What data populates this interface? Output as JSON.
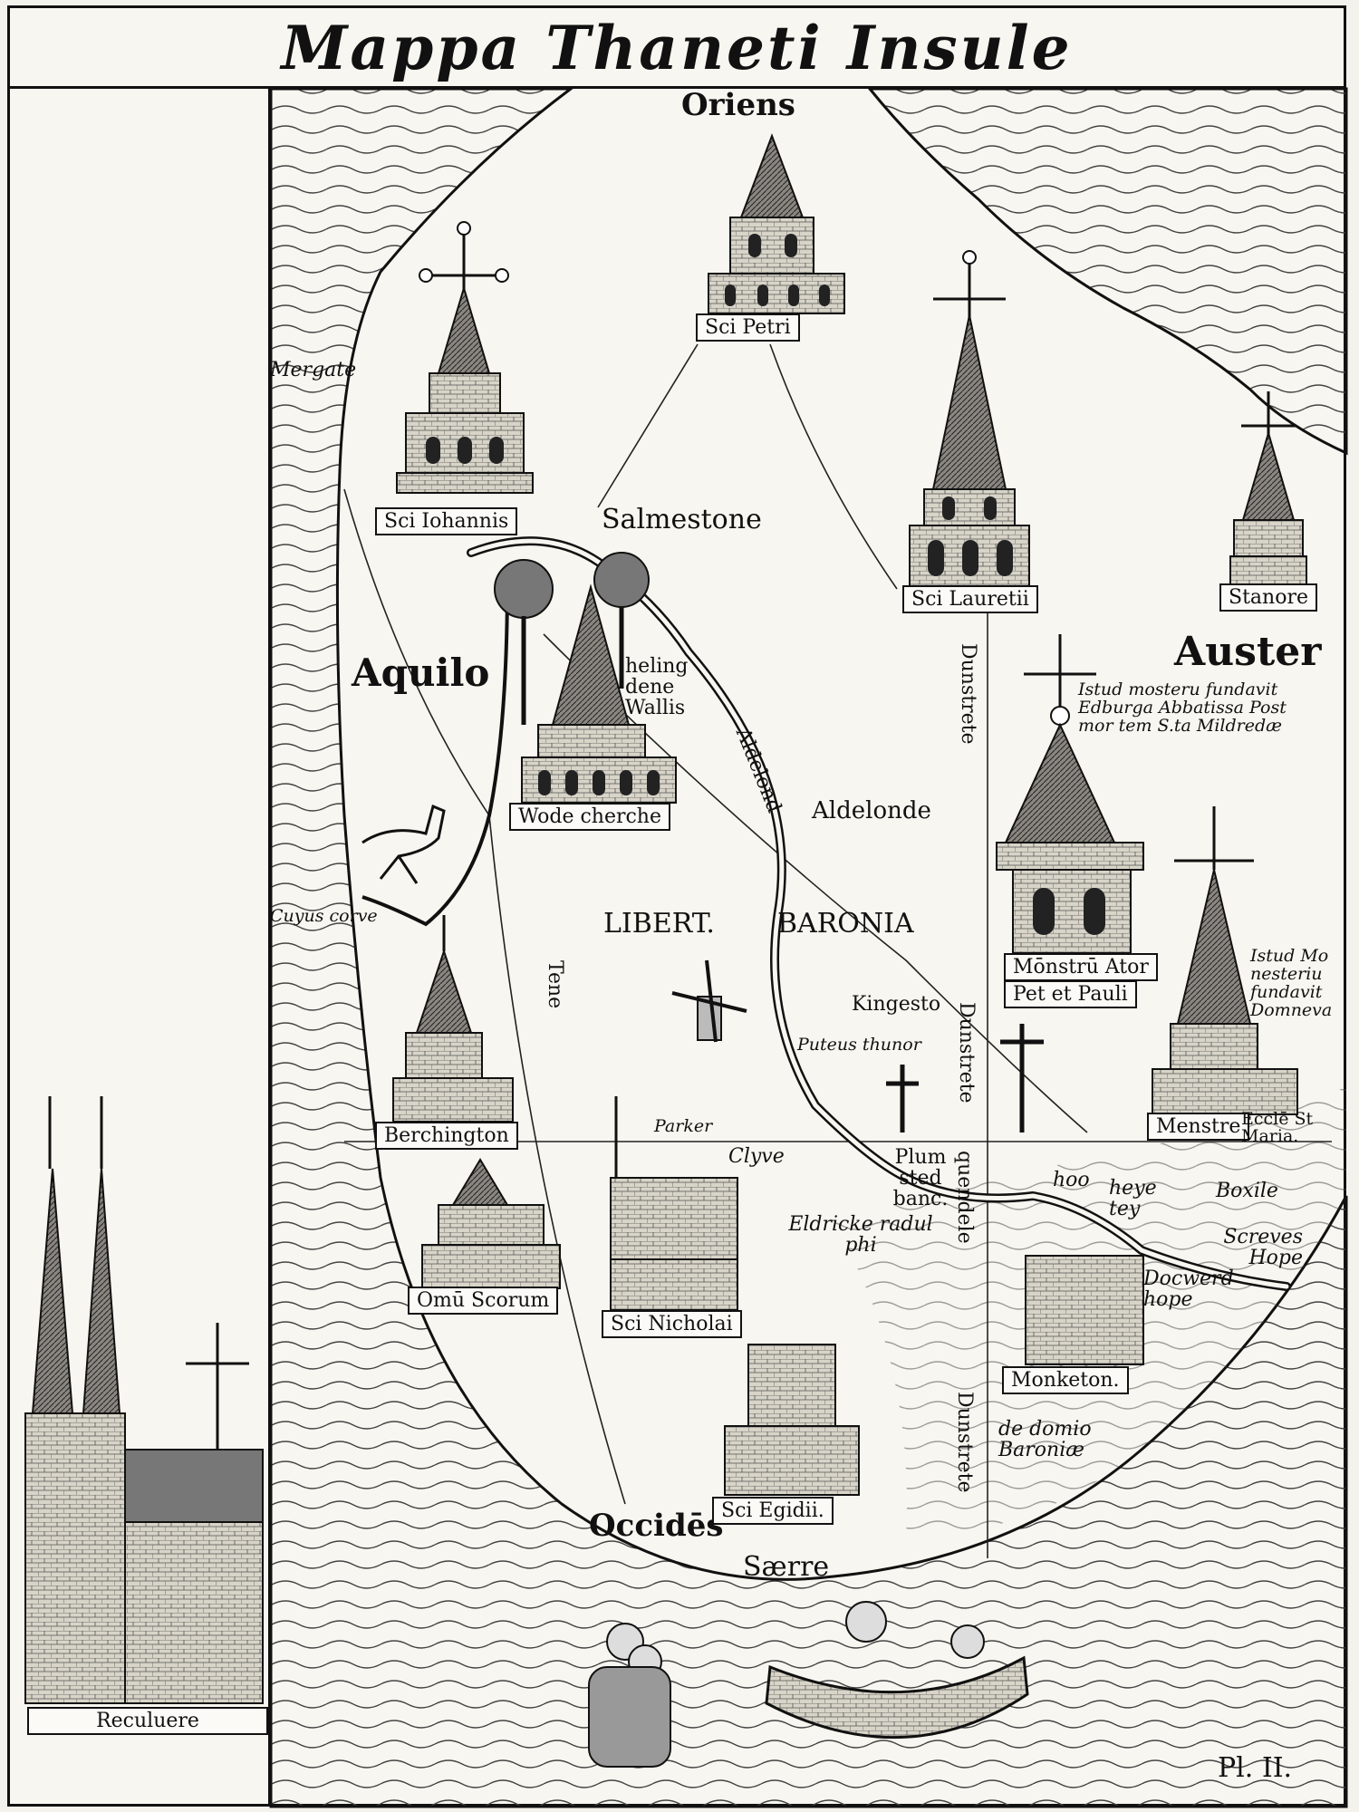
{
  "title": "Mappa Thaneti Insule",
  "compass": {
    "east": "Oriens",
    "south": "Auster",
    "north": "Aquilo",
    "west": "Occidēs"
  },
  "churches": {
    "sci_petri": "Sci Petri",
    "sci_iohannis": "Sci Iohannis",
    "sci_lauretii": "Sci Lauretii",
    "stanore": "Stanore",
    "wode_cherche": "Wode cherche",
    "monstru": "Mōnstrū Ator",
    "pet_pauli": "Pet et Pauli",
    "menstre": "Menstre",
    "menstre_note": "Ecclē St Maria.",
    "berchington": "Berchington",
    "omu_scorum": "Omū Scorum",
    "sci_nicholai": "Sci Nicholai",
    "sci_egidii": "Sci Egidii.",
    "monketon": "Monketon.",
    "reculuere": "Reculuere"
  },
  "places": {
    "mergate": "Mergate",
    "salmestone": "Salmestone",
    "heling": "heling dene Wallis",
    "aldelond": "Aldelond",
    "aldelonde": "Aldelonde",
    "dunstrete_1": "Dunstrete",
    "dunstrete_2": "Dunstrete",
    "dunstrete_3": "Dunstrete",
    "libert": "LIBERT.",
    "baronia": "BARONIA",
    "tene": "Tene",
    "kingesto": "Kingesto",
    "puteus": "Puteus thunor",
    "parker": "Parker",
    "clyve": "Clyve",
    "plum": "Plum sted banc.",
    "quendele": "quendele",
    "eldricke": "Eldricke radul phi",
    "hoo": "hoo",
    "heye": "heye tey",
    "boxile": "Boxile",
    "screves": "Screves Hope",
    "docwerd": "Docwerd hope",
    "de_domio": "de domio Baroniæ",
    "saerre": "Særre",
    "cuyus": "Cuyus corve"
  },
  "notes": {
    "edburga": "Istud mosteru fundavit Edburga Abbatissa Post mor tem S.ta Mildredæ",
    "domneva": "Istud Mo nesteriu fundavit Domneva"
  },
  "plate": "Pl. II."
}
